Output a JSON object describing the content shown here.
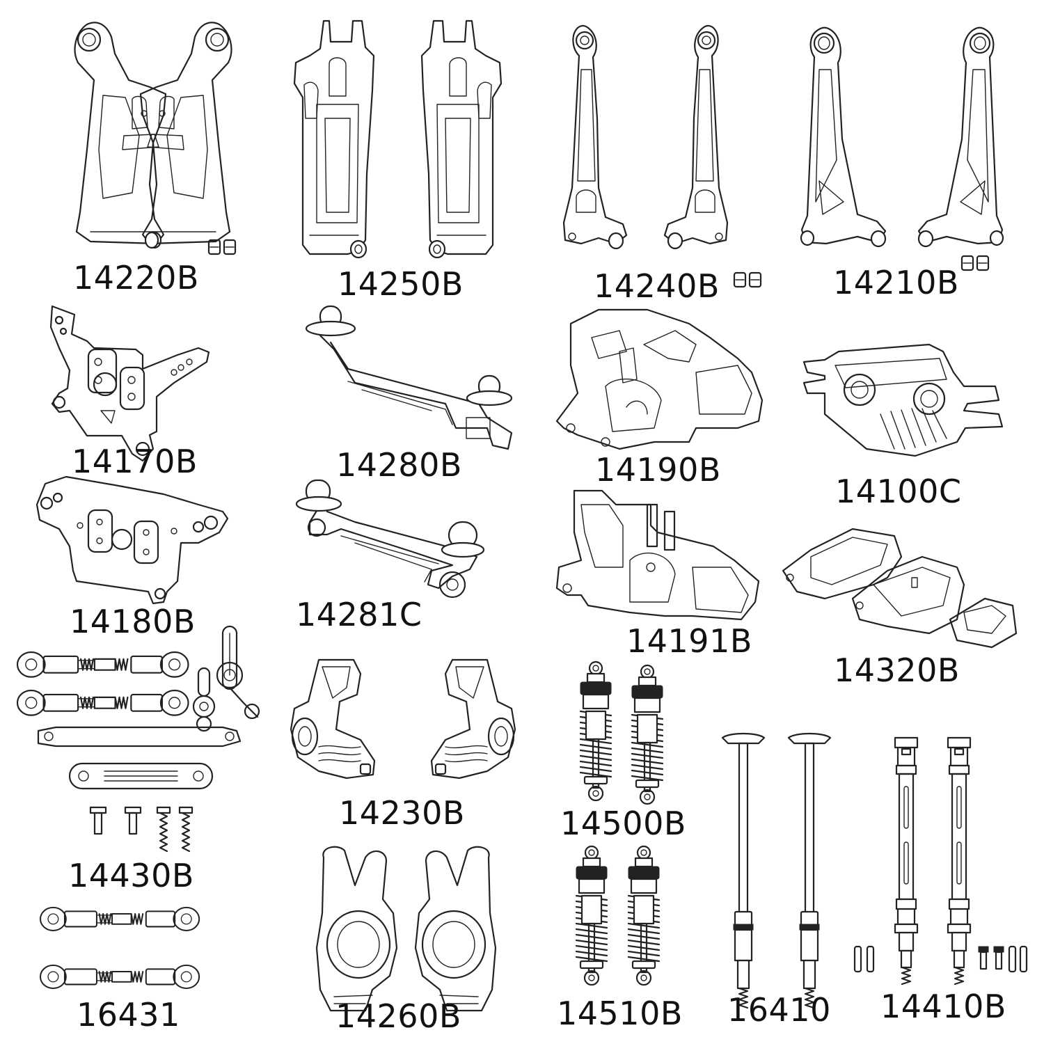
{
  "parts": [
    {
      "id": "p14220B",
      "label": "14220B"
    },
    {
      "id": "p14250B",
      "label": "14250B"
    },
    {
      "id": "p14240B",
      "label": "14240B"
    },
    {
      "id": "p14210B",
      "label": "14210B"
    },
    {
      "id": "p14170B",
      "label": "14170B"
    },
    {
      "id": "p14280B",
      "label": "14280B"
    },
    {
      "id": "p14190B",
      "label": "14190B"
    },
    {
      "id": "p14100C",
      "label": "14100C"
    },
    {
      "id": "p14180B",
      "label": "14180B"
    },
    {
      "id": "p14281C",
      "label": "14281C"
    },
    {
      "id": "p14191B",
      "label": "14191B"
    },
    {
      "id": "p14320B",
      "label": "14320B"
    },
    {
      "id": "p14430B",
      "label": "14430B"
    },
    {
      "id": "p14230B",
      "label": "14230B"
    },
    {
      "id": "p14500B",
      "label": "14500B"
    },
    {
      "id": "p16431",
      "label": "16431"
    },
    {
      "id": "p14260B",
      "label": "14260B"
    },
    {
      "id": "p14510B",
      "label": "14510B"
    },
    {
      "id": "p16410",
      "label": "16410"
    },
    {
      "id": "p14410B",
      "label": "14410B"
    }
  ]
}
